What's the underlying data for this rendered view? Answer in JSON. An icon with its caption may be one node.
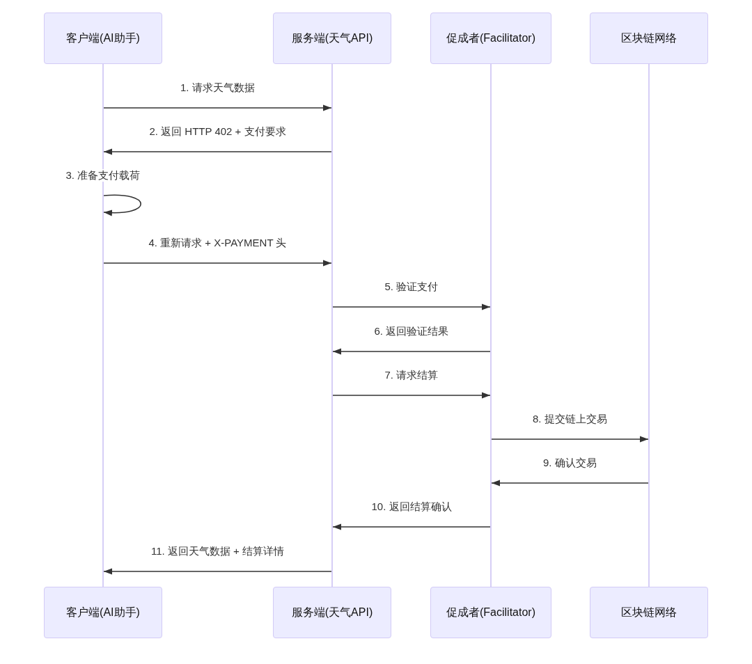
{
  "diagram": {
    "nodes": [
      {
        "text": [
          "客户端(AI助手)"
        ]
      },
      {
        "text": [
          "服务端(天气API)"
        ]
      },
      {
        "text": [
          "促成者(Facilitator)"
        ]
      },
      {
        "text": [
          "区块链网络"
        ]
      },
      {
        "text": [],
        "shape": "line"
      },
      {
        "text": [],
        "shape": "line"
      },
      {
        "text": [],
        "shape": "line"
      },
      {
        "text": [],
        "shape": "line"
      },
      {
        "text": [
          "客户端(AI助手)"
        ]
      },
      {
        "text": [
          "服务端(天气API)"
        ]
      },
      {
        "text": [
          "促成者(Facilitator)"
        ]
      },
      {
        "text": [
          "区块链网络"
        ]
      }
    ],
    "edges": [
      {
        "from": 4,
        "to": 5,
        "arrow": "to",
        "label": "1. 请求天气数据"
      },
      {
        "from": 5,
        "to": 4,
        "arrow": "to",
        "label": "2. 返回 HTTP 402 + 支付要求"
      },
      {
        "from": 4,
        "to": 4,
        "arrow": "to",
        "label": "3. 准备支付载荷"
      },
      {
        "from": 4,
        "to": 5,
        "arrow": "to",
        "label": "4. 重新请求 + X-PAYMENT 头"
      },
      {
        "from": 5,
        "to": 6,
        "arrow": "to",
        "label": "5. 验证支付"
      },
      {
        "from": 6,
        "to": 5,
        "arrow": "to",
        "label": "6. 返回验证结果"
      },
      {
        "from": 5,
        "to": 6,
        "arrow": "to",
        "label": "7. 请求结算"
      },
      {
        "from": 6,
        "to": 7,
        "arrow": "to",
        "label": "8. 提交链上交易"
      },
      {
        "from": 7,
        "to": 6,
        "arrow": "to",
        "label": "9. 确认交易"
      },
      {
        "from": 6,
        "to": 5,
        "arrow": "to",
        "label": "10. 返回结算确认"
      },
      {
        "from": 5,
        "to": 4,
        "arrow": "to",
        "label": "11. 返回天气数据 + 结算详情"
      }
    ]
  }
}
